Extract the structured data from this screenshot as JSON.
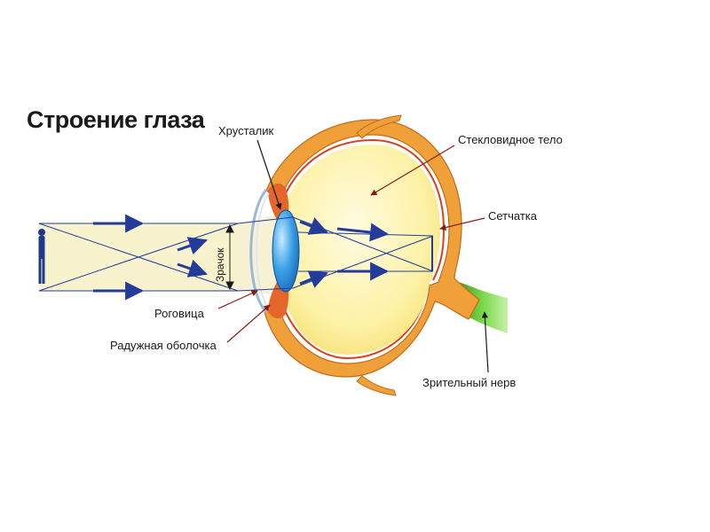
{
  "title": "Строение глаза",
  "labels": {
    "lens": "Хрусталик",
    "vitreous": "Стекловидное тело",
    "retina": "Сетчатка",
    "pupil": "Зрачок",
    "cornea": "Роговица",
    "iris": "Радужная оболочка",
    "optic_nerve": "Зрительный нерв"
  },
  "colors": {
    "vitreous_fill": "#fdf2a8",
    "sclera": "#f0a038",
    "retina_line": "#d8401e",
    "lens": "#2b8fd8",
    "rays": "#233c9a",
    "beam": "#f7f0c4",
    "nerve": "#6cc83c"
  }
}
